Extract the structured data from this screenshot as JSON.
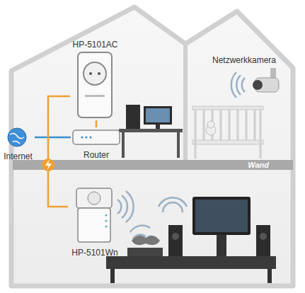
{
  "diagram": {
    "nodes": [
      {
        "text": [
          "HP-5101AC"
        ]
      },
      {
        "text": [
          "Internet"
        ]
      },
      {
        "text": [
          "Router"
        ]
      },
      {
        "text": [
          "Wand"
        ]
      },
      {
        "text": [
          "HP-5101Wn"
        ]
      }
    ],
    "edges": [
      {
        "from": 1,
        "to": 2,
        "arrow": "none"
      },
      {
        "from": 0,
        "to": 2,
        "arrow": "none"
      },
      {
        "from": 0,
        "to": 4,
        "arrow": "none"
      }
    ],
    "labels": [
      "Netzwerkkamera"
    ]
  }
}
